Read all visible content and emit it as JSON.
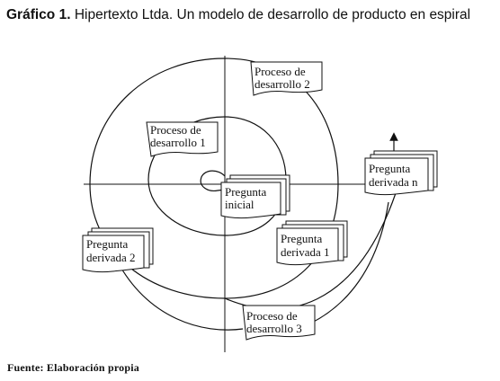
{
  "title": {
    "prefix": "Gráfico 1.",
    "text": "Hipertexto Ltda. Un modelo de desarrollo de producto en espiral"
  },
  "nodes": {
    "pregunta_inicial": [
      "Pregunta",
      "inicial"
    ],
    "proceso_1": [
      "Proceso de",
      "desarrollo 1"
    ],
    "proceso_2": [
      "Proceso de",
      "desarrollo 2"
    ],
    "proceso_3": [
      "Proceso de",
      "desarrollo 3"
    ],
    "derivada_1": [
      "Pregunta",
      "derivada 1"
    ],
    "derivada_2": [
      "Pregunta",
      "derivada 2"
    ],
    "derivada_n": [
      "Pregunta",
      "derivada n"
    ]
  },
  "source": "Fuente: Elaboración propia"
}
